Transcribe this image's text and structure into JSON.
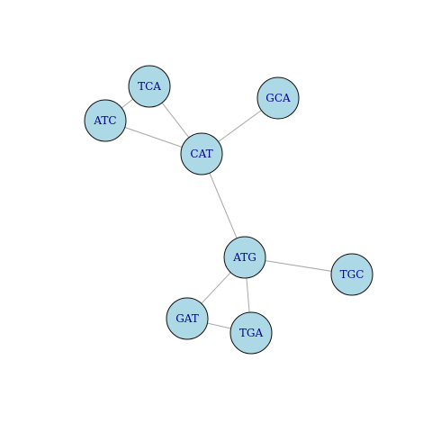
{
  "graph": {
    "nodes": [
      {
        "id": "TCA",
        "label": "TCA"
      },
      {
        "id": "GCA",
        "label": "GCA"
      },
      {
        "id": "ATC",
        "label": "ATC"
      },
      {
        "id": "CAT",
        "label": "CAT"
      },
      {
        "id": "ATG",
        "label": "ATG"
      },
      {
        "id": "TGC",
        "label": "TGC"
      },
      {
        "id": "GAT",
        "label": "GAT"
      },
      {
        "id": "TGA",
        "label": "TGA"
      }
    ],
    "edges": [
      {
        "from": "ATC",
        "to": "TCA"
      },
      {
        "from": "TCA",
        "to": "CAT"
      },
      {
        "from": "ATC",
        "to": "CAT"
      },
      {
        "from": "CAT",
        "to": "GCA"
      },
      {
        "from": "CAT",
        "to": "ATG"
      },
      {
        "from": "ATG",
        "to": "TGC"
      },
      {
        "from": "ATG",
        "to": "GAT"
      },
      {
        "from": "ATG",
        "to": "TGA"
      },
      {
        "from": "GAT",
        "to": "TGA"
      }
    ],
    "colors": {
      "node_fill": "#add8e6",
      "node_stroke": "#111111",
      "label": "#00008b",
      "edge": "#a8a8a8"
    }
  }
}
